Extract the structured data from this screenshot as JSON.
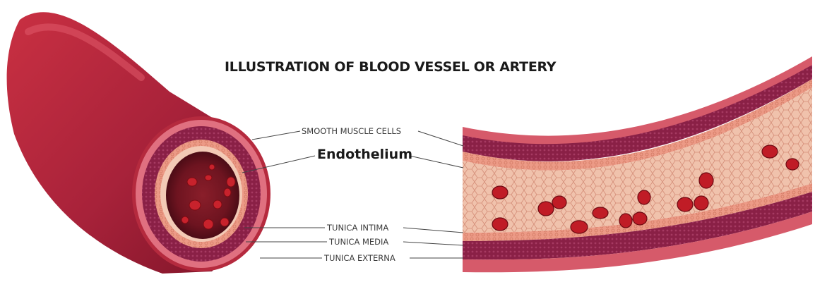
{
  "title": "ILLUSTRATION OF BLOOD VESSEL OR ARTERY",
  "labels": {
    "smooth_muscle": "SMOOTH MUSCLE CELLS",
    "endothelium": "Endothelium",
    "tunica_intima": "TUNICA INTIMA",
    "tunica_media": "TUNICA MEDIA",
    "tunica_externa": "TUNICA EXTERNA"
  },
  "colors": {
    "externa": "#b3243a",
    "externa_dark": "#8e1a2c",
    "media": "#8a2046",
    "intima": "#f0a28c",
    "endothelium": "#f3c4b0",
    "lumen": "#f2c9b3",
    "rbc": "#b8141c"
  }
}
